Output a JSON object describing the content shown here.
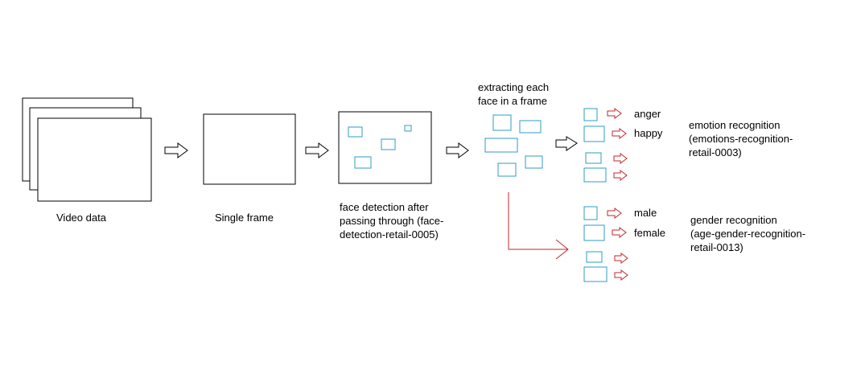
{
  "colors": {
    "outline": "#000000",
    "face_box": "#2e9cc4",
    "red_arrow": "#c0272d",
    "text": "#000000",
    "background": "#ffffff"
  },
  "labels": {
    "video_data": "Video data",
    "single_frame": "Single frame",
    "face_detection": "face detection after\npassing through (face-\ndetection-retail-0005)",
    "extracting_faces": "extracting each\nface in a frame",
    "emotion_recognition": "emotion recognition\n(emotions-recognition-\nretail-0003)",
    "gender_recognition": "gender recognition\n(age-gender-recognition-\nretail-0013)"
  },
  "emotion_outputs": [
    "anger",
    "happy"
  ],
  "gender_outputs": [
    "male",
    "female"
  ]
}
